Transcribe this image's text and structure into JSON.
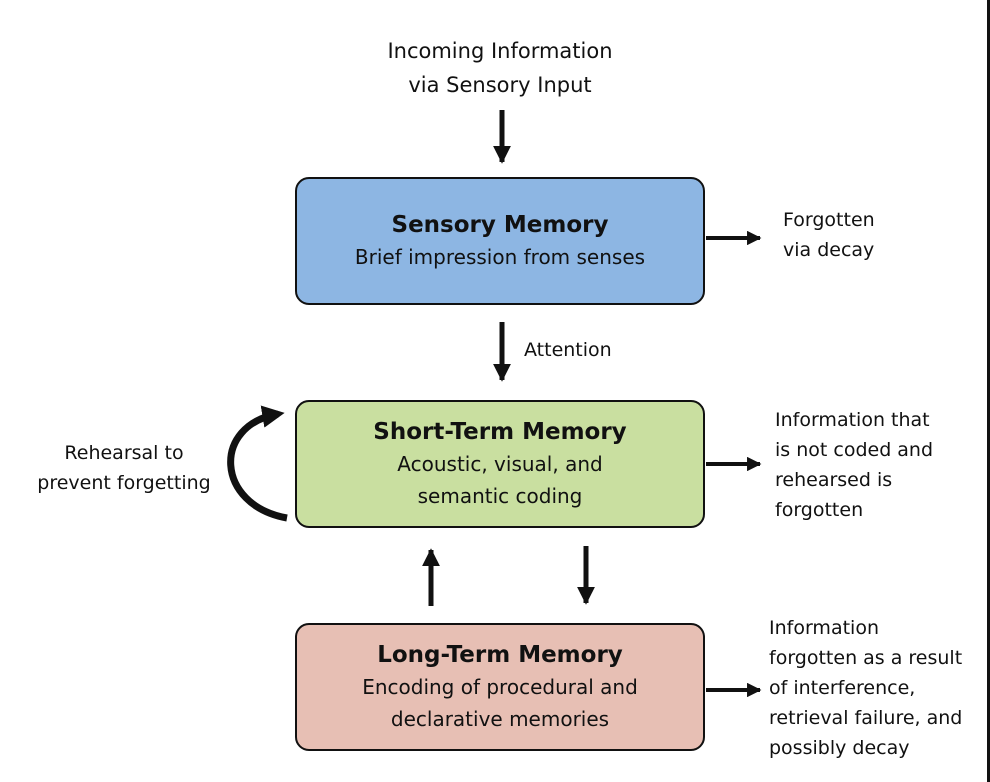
{
  "diagram": {
    "incoming": {
      "line1": "Incoming Information",
      "line2": "via Sensory Input"
    },
    "sensory_memory": {
      "title": "Sensory Memory",
      "subtitle": "Brief impression from senses",
      "color": "#8db6e3"
    },
    "attention_label": "Attention",
    "short_term_memory": {
      "title": "Short-Term Memory",
      "line1": "Acoustic, visual, and",
      "line2": "semantic coding",
      "color": "#c9dfa0"
    },
    "long_term_memory": {
      "title": "Long-Term Memory",
      "line1": "Encoding of procedural and",
      "line2": "declarative memories",
      "color": "#e7bfb4"
    },
    "sensory_forgetting": {
      "line1": "Forgotten",
      "line2": "via decay"
    },
    "stm_forgetting": {
      "line1": "Information that",
      "line2": "is not coded and",
      "line3": "rehearsed is",
      "line4": "forgotten"
    },
    "ltm_forgetting": {
      "line1": "Information",
      "line2": "forgotten as a result",
      "line3": "of interference,",
      "line4": "retrieval failure, and",
      "line5": "possibly decay"
    },
    "rehearsal": {
      "line1": "Rehearsal to",
      "line2": "prevent forgetting"
    },
    "colors": {
      "arrow": "#111111",
      "border": "#111111"
    }
  }
}
